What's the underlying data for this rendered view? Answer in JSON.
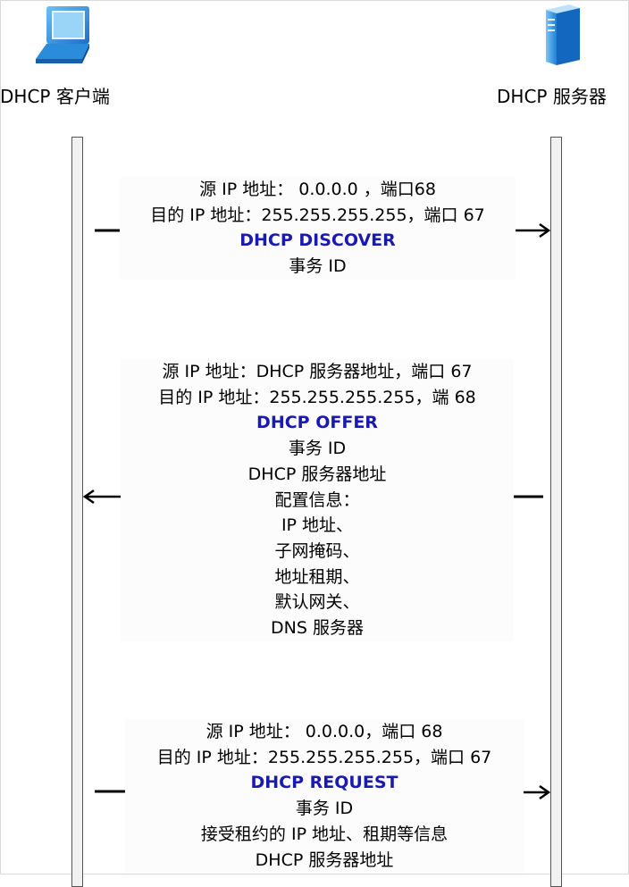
{
  "actors": {
    "client": {
      "icon": "laptop-icon",
      "label": "DHCP 客户端"
    },
    "server": {
      "icon": "server-icon",
      "label": "DHCP 服务器"
    }
  },
  "messages": {
    "discover": {
      "lines": [
        "源 IP 地址： 0.0.0.0 ，端口68",
        "目的 IP 地址：255.255.255.255，端口 67"
      ],
      "title": "DHCP DISCOVER",
      "body": [
        "事务 ID"
      ],
      "direction": "client-to-server"
    },
    "offer": {
      "lines": [
        "源 IP 地址：DHCP 服务器地址，端口 67",
        "目的 IP 地址：255.255.255.255，端 68"
      ],
      "title": "DHCP OFFER",
      "body": [
        "事务 ID",
        "DHCP 服务器地址",
        "配置信息：",
        "IP 地址、",
        "子网掩码、",
        "地址租期、",
        "默认网关、",
        "DNS 服务器"
      ],
      "direction": "server-to-client"
    },
    "request": {
      "lines": [
        "源 IP 地址： 0.0.0.0，端口 68",
        "目的 IP 地址：255.255.255.255，端口 67"
      ],
      "title": "DHCP REQUEST",
      "body": [
        "事务 ID",
        "接受租约的 IP 地址、租期等信息",
        "DHCP 服务器地址"
      ],
      "direction": "client-to-server"
    }
  },
  "colors": {
    "title": "#1a1ab0",
    "laptop": "#2a8cdb",
    "server": "#1a7ad6"
  }
}
